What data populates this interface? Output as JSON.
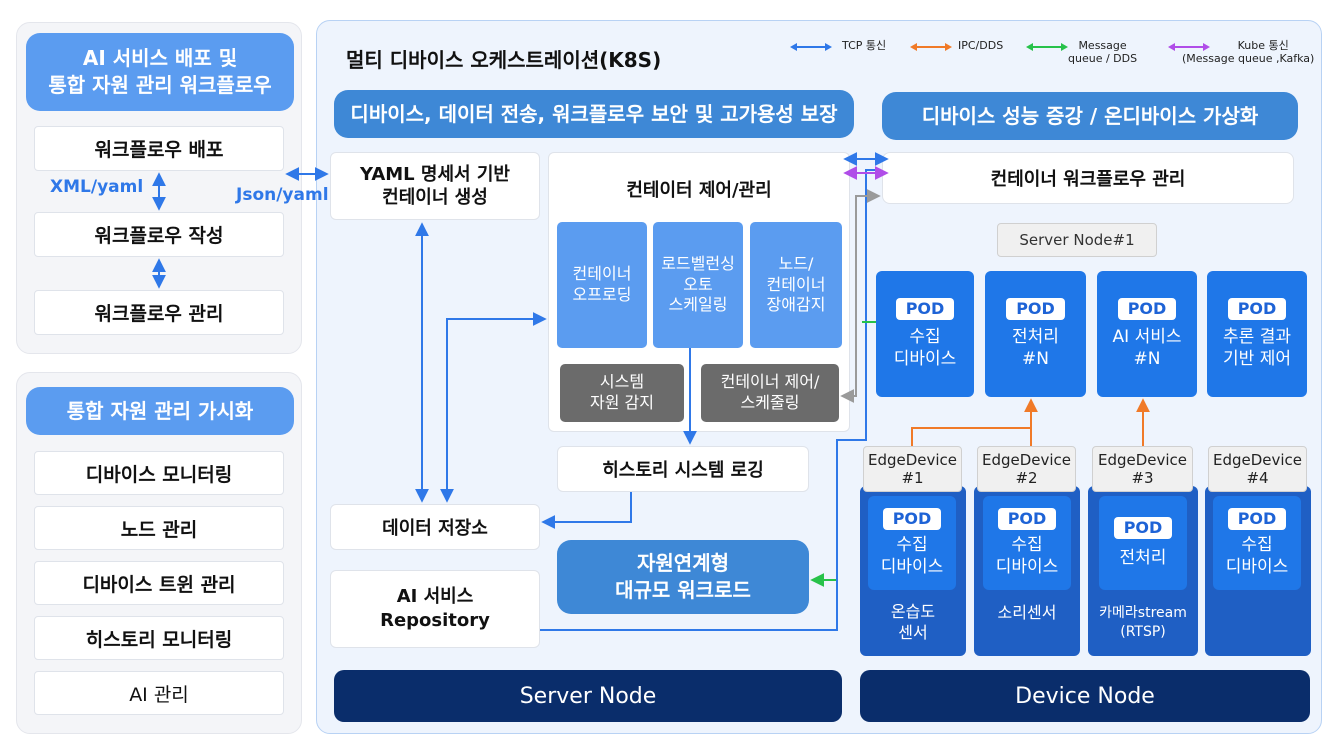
{
  "left_top": {
    "title": "AI 서비스 배포 및 통합 자원 관리 워크플로우",
    "title_line1": "AI 서비스 배포 및",
    "title_line2": "통합 자원 관리 워크플로우",
    "deploy": "워크플로우 배포",
    "author": "워크플로우 작성",
    "manage": "워크플로우 관리",
    "xml_label": "XML/yaml"
  },
  "left_bottom": {
    "title": "통합 자원 관리 가시화",
    "items": [
      "디바이스 모니터링",
      "노드 관리",
      "디바이스 트윈 관리",
      "히스토리 모니터링",
      "AI 관리"
    ]
  },
  "main": {
    "title": "멀티 디바이스 오케스트레이션(K8S)",
    "json_label": "Json/yaml",
    "banner_security": "디바이스, 데이터 전송, 워크플로우 보안 및 고가용성 보장",
    "banner_virtual": "디바이스 성능 증강 / 온디바이스 가상화",
    "yaml_line1": "YAML 명세서 기반",
    "yaml_line2": "컨테이너 생성",
    "control_title": "컨테이터 제어/관리",
    "offload_l1": "컨테이너",
    "offload_l2": "오프로딩",
    "lb_l1": "로드벨런싱",
    "lb_l2": "오토",
    "lb_l3": "스케일링",
    "fault_l1": "노드/",
    "fault_l2": "컨테이너",
    "fault_l3": "장애감지",
    "sysres_l1": "시스템",
    "sysres_l2": "자원 감지",
    "sched_l1": "컨테이너 제어/",
    "sched_l2": "스케줄링",
    "history": "히스토리 시스템 로깅",
    "storage": "데이터 저장소",
    "repo_l1": "AI 서비스",
    "repo_l2": "Repository",
    "workload_l1": "자원연계형",
    "workload_l2": "대규모 워크로드",
    "container_wf": "컨테이너 워크플로우 관리",
    "server_node_tag": "Server Node#1",
    "server_node": "Server Node",
    "device_node": "Device Node"
  },
  "legend": [
    {
      "text": "TCP 통신",
      "color": "#2f78e8"
    },
    {
      "text": "IPC/DDS",
      "color": "#f07a28"
    },
    {
      "text": "Message queue / DDS",
      "line1": "Message",
      "line2": "queue / DDS",
      "color": "#27c24a"
    },
    {
      "text": "Kube 통신 (Message queue ,Kafka)",
      "line1": "Kube 통신",
      "line2": "(Message queue ,Kafka)",
      "color": "#b04de8"
    }
  ],
  "server_pods": [
    {
      "tag": "POD",
      "l1": "수집",
      "l2": "디바이스"
    },
    {
      "tag": "POD",
      "l1": "전처리",
      "l2": "#N"
    },
    {
      "tag": "POD",
      "l1": "AI 서비스",
      "l2": "#N"
    },
    {
      "tag": "POD",
      "l1": "추론 결과",
      "l2": "기반 제어"
    }
  ],
  "edge_devices": [
    {
      "tag_l1": "EdgeDevice",
      "tag_l2": "#1",
      "pod": "POD",
      "p1": "수집",
      "p2": "디바이스",
      "s1": "온습도",
      "s2": "센서"
    },
    {
      "tag_l1": "EdgeDevice",
      "tag_l2": "#2",
      "pod": "POD",
      "p1": "수집",
      "p2": "디바이스",
      "s1": "소리센서",
      "s2": ""
    },
    {
      "tag_l1": "EdgeDevice",
      "tag_l2": "#3",
      "pod": "POD",
      "p1": "전처리",
      "p2": "",
      "s1": "카메라stream",
      "s2": "(RTSP)"
    },
    {
      "tag_l1": "EdgeDevice",
      "tag_l2": "#4",
      "pod": "POD",
      "p1": "수집",
      "p2": "디바이스",
      "s1": "",
      "s2": ""
    }
  ],
  "colors": {
    "tcp": "#2f78e8",
    "ipc": "#f07a28",
    "mq": "#27c24a",
    "kube": "#b04de8",
    "banner_light": "#5b9cf0",
    "banner_mid": "#3e88d6",
    "pod_blue": "#1f77e8",
    "edge_dark": "#1f5fc4",
    "node_dark": "#0a2d6b"
  }
}
